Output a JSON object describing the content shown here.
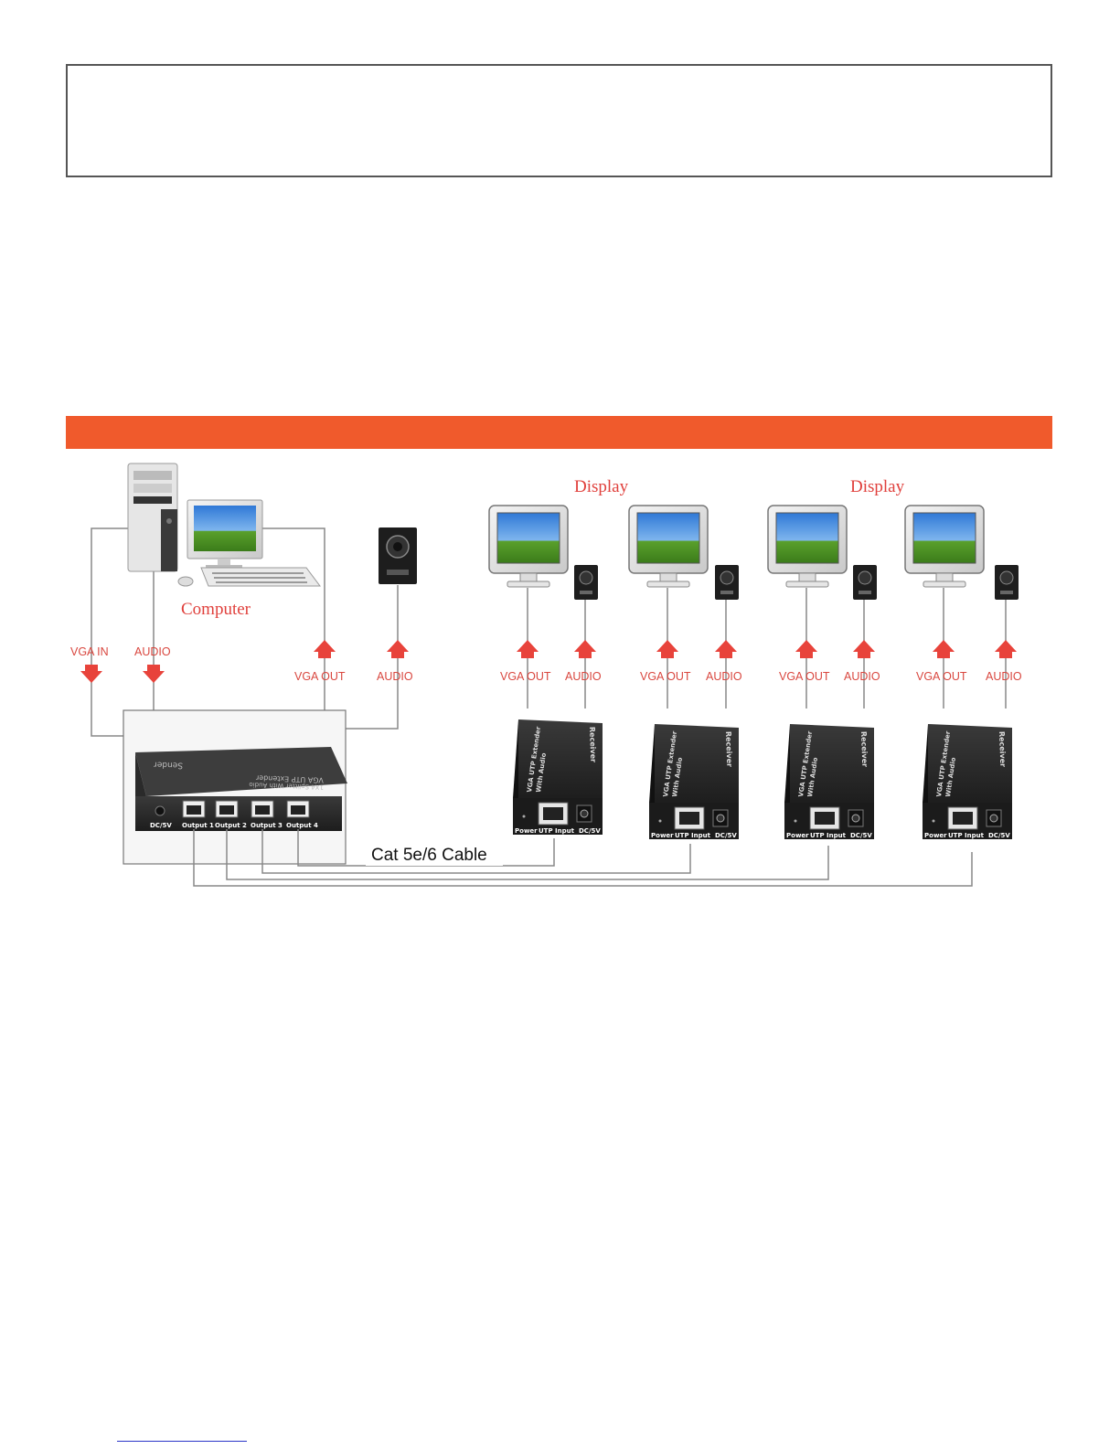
{
  "colors": {
    "accent_bar": "#f05a2c",
    "label_red": "#d9473f",
    "arrow_red": "#e8433b",
    "device_dark": "#2b2b2b",
    "wire": "#888888"
  },
  "diagram": {
    "computer_label": "Computer",
    "display_labels": [
      "Display",
      "Display"
    ],
    "source_labels": {
      "vga_in": "VGA IN",
      "audio_in": "AUDIO",
      "vga_out": "VGA OUT",
      "audio_out": "AUDIO"
    },
    "receiver_labels": [
      {
        "vga": "VGA OUT",
        "audio": "AUDIO"
      },
      {
        "vga": "VGA OUT",
        "audio": "AUDIO"
      },
      {
        "vga": "VGA OUT",
        "audio": "AUDIO"
      },
      {
        "vga": "VGA OUT",
        "audio": "AUDIO"
      }
    ],
    "cable_label": "Cat 5e/6 Cable",
    "sender": {
      "brand": "Sender",
      "model_line1": "VGA UTP Extender",
      "model_line2": "1X4 Splitter With Audio",
      "power_port": "DC/5V",
      "outputs": [
        "Output 1",
        "Output 2",
        "Output 3",
        "Output 4"
      ]
    },
    "receiver": {
      "side_label": "Receiver",
      "title_line1": "VGA UTP Extender",
      "title_line2": "With Audio",
      "power": "Power",
      "input": "UTP Input",
      "dc": "DC/5V"
    }
  }
}
